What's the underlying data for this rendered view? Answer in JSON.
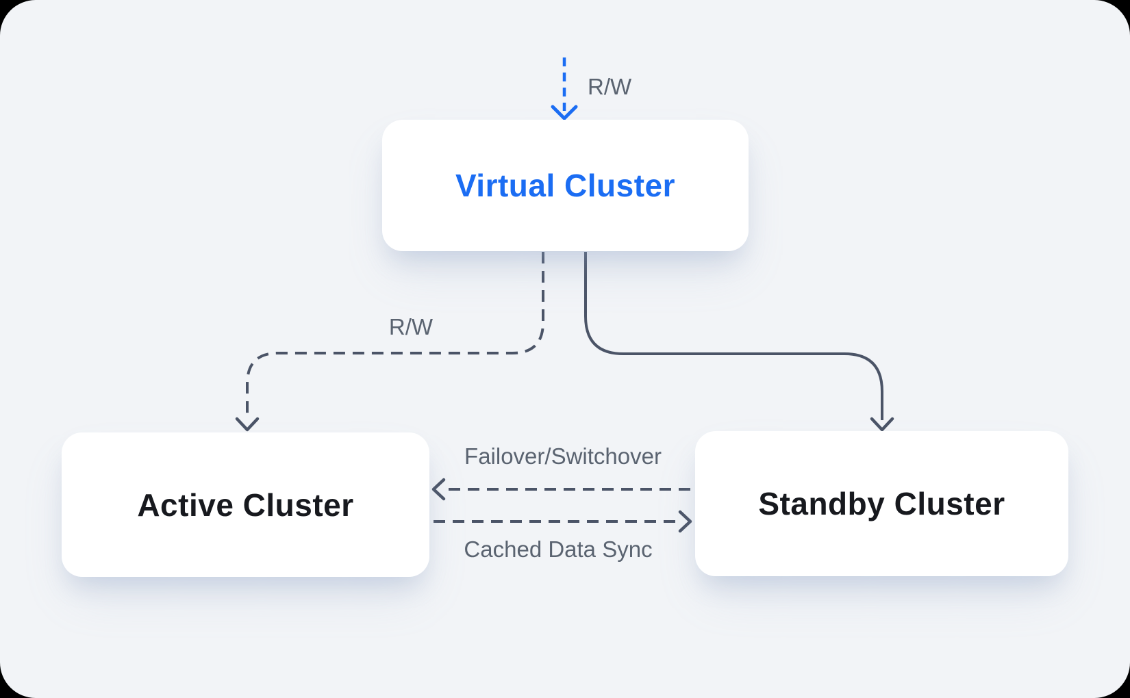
{
  "diagram": {
    "nodes": {
      "virtual": {
        "label": "Virtual Cluster"
      },
      "active": {
        "label": "Active Cluster"
      },
      "standby": {
        "label": "Standby Cluster"
      }
    },
    "edge_labels": {
      "top_rw": "R/W",
      "left_rw": "R/W",
      "failover": "Failover/Switchover",
      "sync": "Cached Data Sync"
    },
    "colors": {
      "accent_blue": "#1b6df3",
      "arrow_dark": "#4b5467",
      "label_gray": "#5a6370",
      "node_text": "#17191e",
      "panel_bg": "#f2f4f7",
      "node_bg": "#ffffff"
    }
  }
}
